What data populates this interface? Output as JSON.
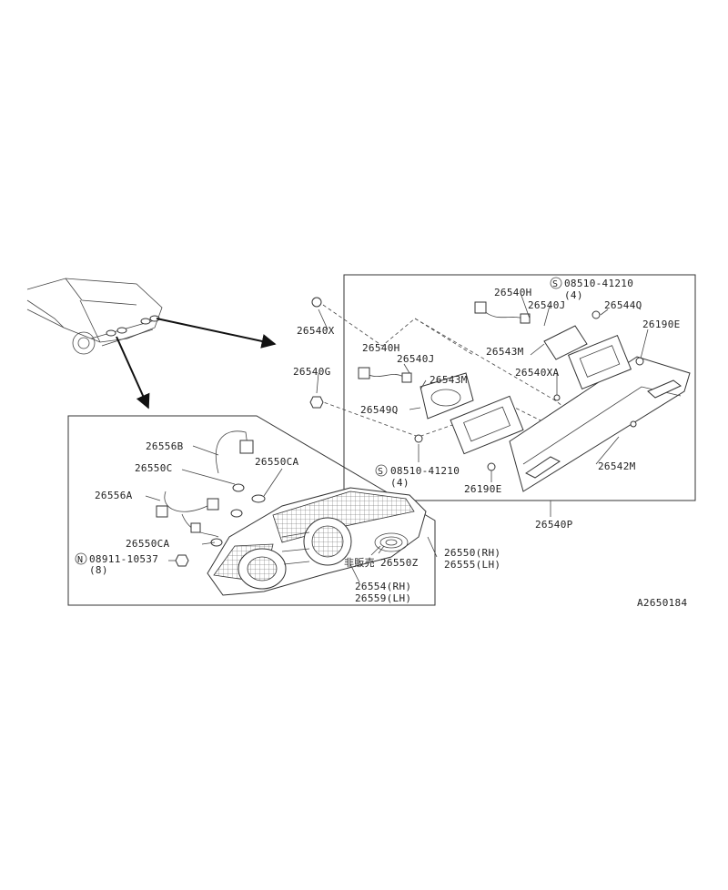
{
  "diagram_code": "A2650184",
  "labels": {
    "p26540X": "26540X",
    "p26540G": "26540G",
    "p26540H_a": "26540H",
    "p26540J_a": "26540J",
    "p26540H_b": "26540H",
    "p26540J_b": "26540J",
    "screw_a": "08510-41210",
    "screw_a_qty": "(4)",
    "p26544Q": "26544Q",
    "p26190E_a": "26190E",
    "p26543M_a": "26543M",
    "p26540XA": "26540XA",
    "p26543M_b": "26543M",
    "p26549Q": "26549Q",
    "screw_b": "08510-41210",
    "screw_b_qty": "(4)",
    "p26542M": "26542M",
    "p26190E_b": "26190E",
    "p26540P": "26540P",
    "p26556B": "26556B",
    "p26550CA_a": "26550CA",
    "p26550C": "26550C",
    "p26556A": "26556A",
    "p26550CA_b": "26550CA",
    "nut": "08911-10537",
    "nut_qty": "(8)",
    "not_sold": "非販売",
    "p26550Z": "26550Z",
    "p26550_rh": "26550(RH)",
    "p26555_lh": "26555(LH)",
    "p26554_rh": "26554(RH)",
    "p26559_lh": "26559(LH)",
    "symbol_s": "S",
    "symbol_n": "N"
  }
}
